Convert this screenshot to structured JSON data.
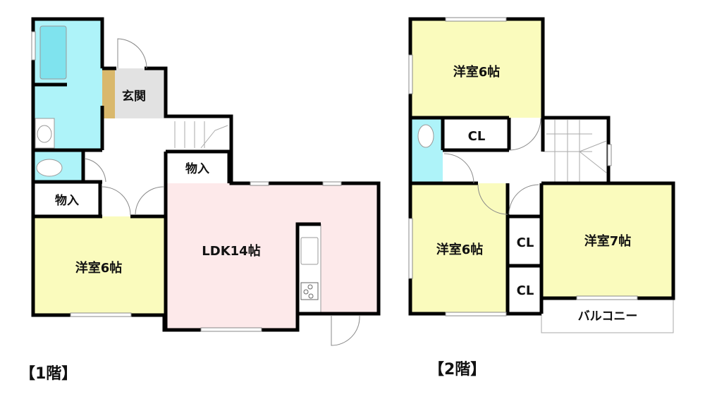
{
  "floor1": {
    "label": "【1階】",
    "rooms": {
      "entrance": "玄関",
      "storage_center": "物入",
      "storage_left": "物入",
      "western_room": "洋室6帖",
      "ldk": "LDK14帖"
    }
  },
  "floor2": {
    "label": "【2階】",
    "rooms": {
      "western_room_top": "洋室6帖",
      "closet_top": "CL",
      "western_room_bottom": "洋室6帖",
      "closet_mid": "CL",
      "closet_low": "CL",
      "western_room_7": "洋室7帖",
      "balcony": "バルコニー"
    }
  },
  "colors": {
    "wet_area": "#aef3f9",
    "western_room": "#fafbbd",
    "ldk": "#fde9ea",
    "tile": "#e2e2e2",
    "wood": "#d9b86c"
  }
}
